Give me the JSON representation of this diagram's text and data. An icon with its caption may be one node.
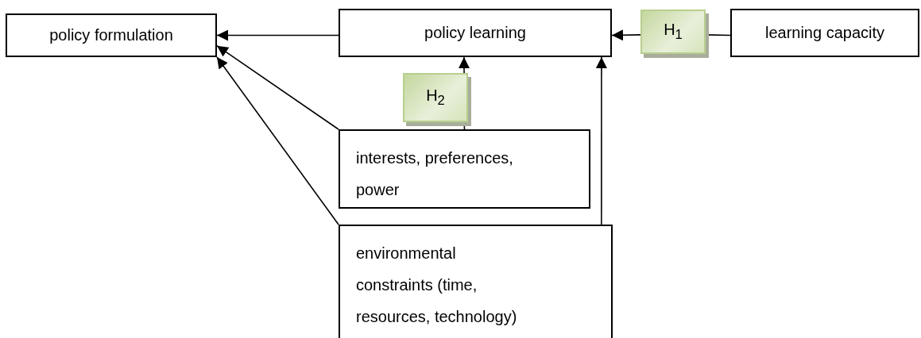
{
  "diagram": {
    "nodes": [
      {
        "text": [
          "policy formulation"
        ]
      },
      {
        "text": [
          "policy learning"
        ]
      },
      {
        "text": [
          "H$_{1}$"
        ]
      },
      {
        "text": [
          "learning capacity"
        ]
      },
      {
        "text": [
          "H$_{2}$"
        ]
      },
      {
        "text": [
          "interests, preferences, power"
        ]
      },
      {
        "text": [
          "environmental constraints (time, resources, technology)"
        ]
      }
    ],
    "edges": [
      {
        "from": 1,
        "to": 0,
        "arrow": "to"
      },
      {
        "from": 3,
        "to": 2,
        "arrow": "none"
      },
      {
        "from": 2,
        "to": 1,
        "arrow": "to"
      },
      {
        "from": 5,
        "to": 4,
        "arrow": "none"
      },
      {
        "from": 4,
        "to": 1,
        "arrow": "to"
      },
      {
        "from": 5,
        "to": 0,
        "arrow": "to"
      },
      {
        "from": 6,
        "to": 0,
        "arrow": "to"
      },
      {
        "from": 6,
        "to": 1,
        "arrow": "to"
      }
    ]
  }
}
